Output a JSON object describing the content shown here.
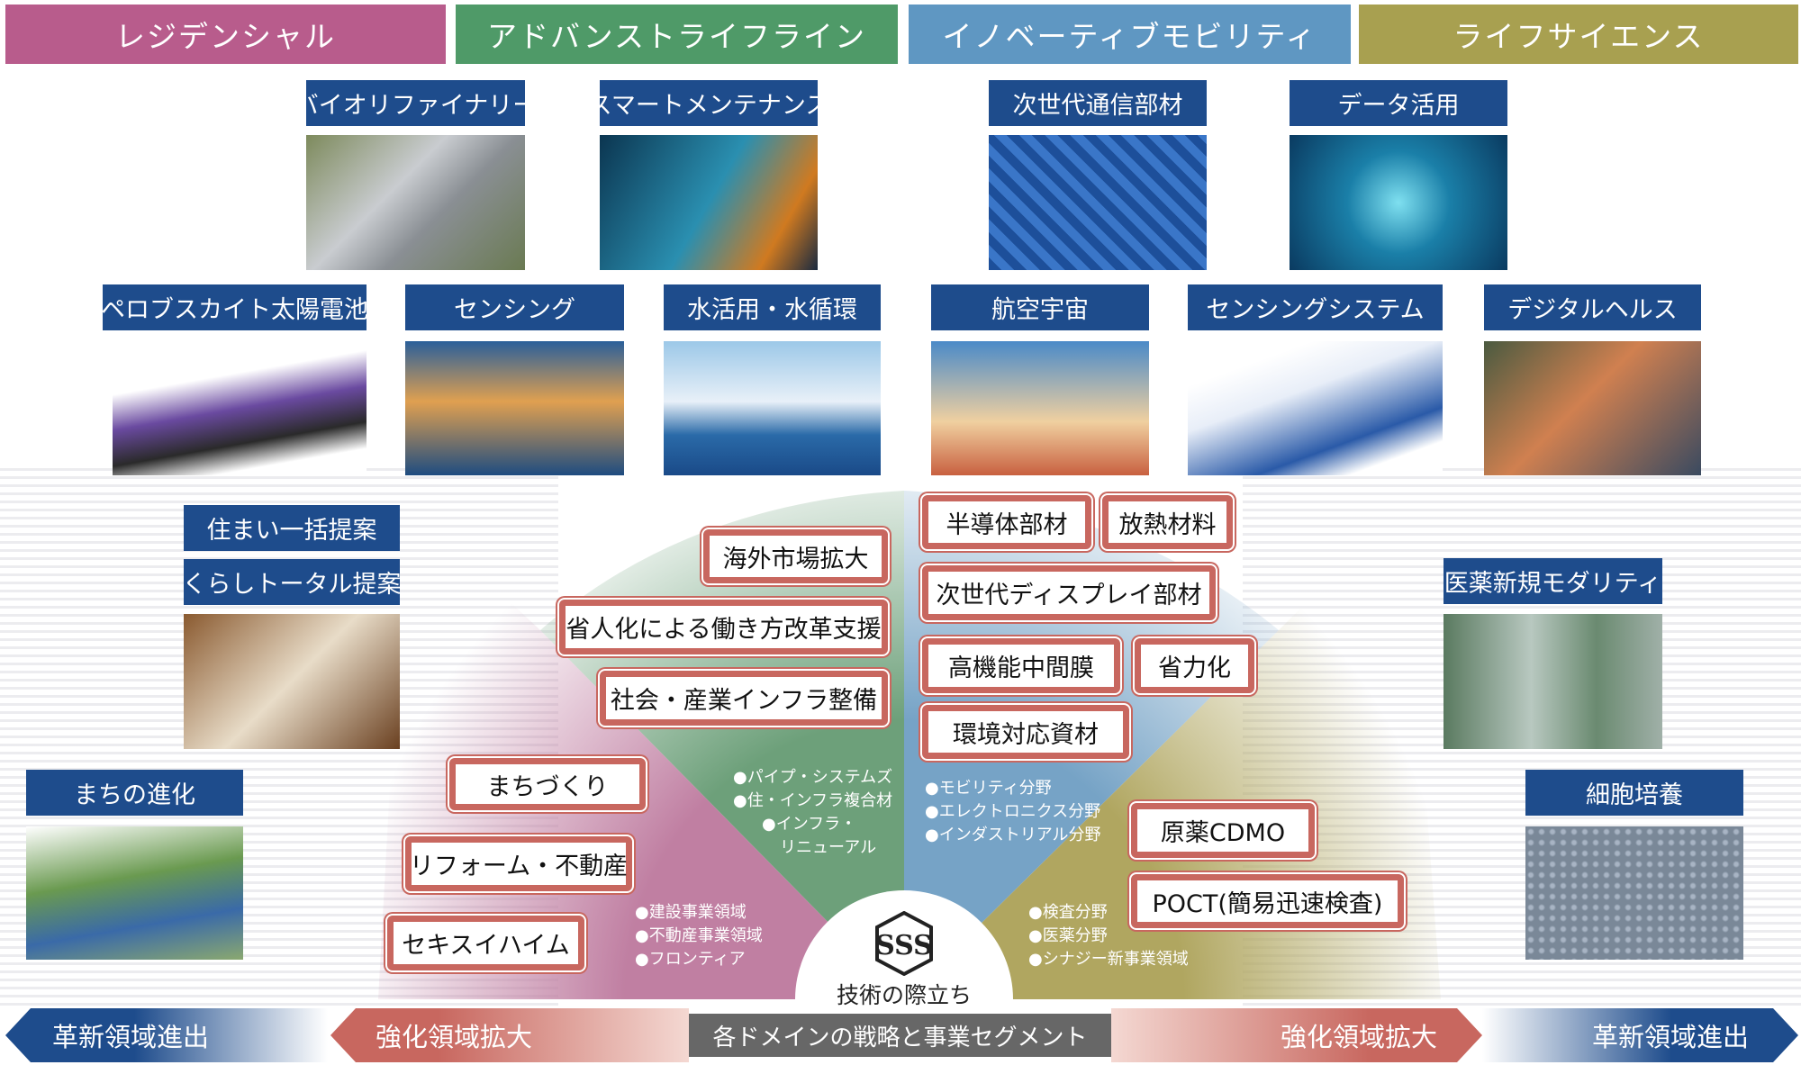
{
  "domains": [
    "レジデンシャル",
    "アドバンストライフライン",
    "イノベーティブモビリティ",
    "ライフサイエンス"
  ],
  "colors": {
    "residential": "#b85c8c",
    "lifeline": "#4f9a68",
    "mobility": "#5f97c2",
    "lifescience": "#a8a050",
    "label": "#1e4c8c",
    "box_border": "#c8675f"
  },
  "labels": {
    "biorefinery": "バイオリファイナリー",
    "smart_maintenance": "スマートメンテナンス",
    "next_comm": "次世代通信部材",
    "data_use": "データ活用",
    "perovskite": "ペロブスカイト太陽電池",
    "sensing": "センシング",
    "water": "水活用・水循環",
    "aerospace": "航空宇宙",
    "sensing_system": "センシングシステム",
    "digital_health": "デジタルヘルス",
    "housing_proposal": "住まい一括提案",
    "living_proposal": "くらしトータル提案",
    "town_evolution": "まちの進化",
    "new_modality": "医薬新規モダリティ",
    "cell_culture": "細胞培養"
  },
  "boxes": {
    "overseas": "海外市場拡大",
    "labor_saving_work": "省人化による働き方改革支援",
    "infra": "社会・産業インフラ整備",
    "town": "まちづくり",
    "reform": "リフォーム・不動産",
    "heim": "セキスイハイム",
    "semiconductor": "半導体部材",
    "heat": "放熱材料",
    "display": "次世代ディスプレイ部材",
    "film": "高機能中間膜",
    "labor_saving": "省力化",
    "eco": "環境対応資材",
    "cdmo": "原薬CDMO",
    "poct": "POCT(簡易迅速検査)"
  },
  "segments": {
    "lifeline": [
      "●パイプ・システムズ",
      "●住・インフラ複合材",
      "●インフラ・",
      "リニューアル"
    ],
    "residential": [
      "●建設事業領域",
      "●不動産事業領域",
      "●フロンティア"
    ],
    "mobility": [
      "●モビリティ分野",
      "●エレクトロニクス分野",
      "●インダストリアル分野"
    ],
    "lifescience": [
      "●検査分野",
      "●医薬分野",
      "●シナジー新事業領域"
    ]
  },
  "center": {
    "logo": "SSS",
    "label": "技術の際立ち"
  },
  "bottom": {
    "left_outer": "革新領域進出",
    "left_inner": "強化領域拡大",
    "center": "各ドメインの戦略と事業セグメント",
    "right_inner": "強化領域拡大",
    "right_outer": "革新領域進出"
  }
}
